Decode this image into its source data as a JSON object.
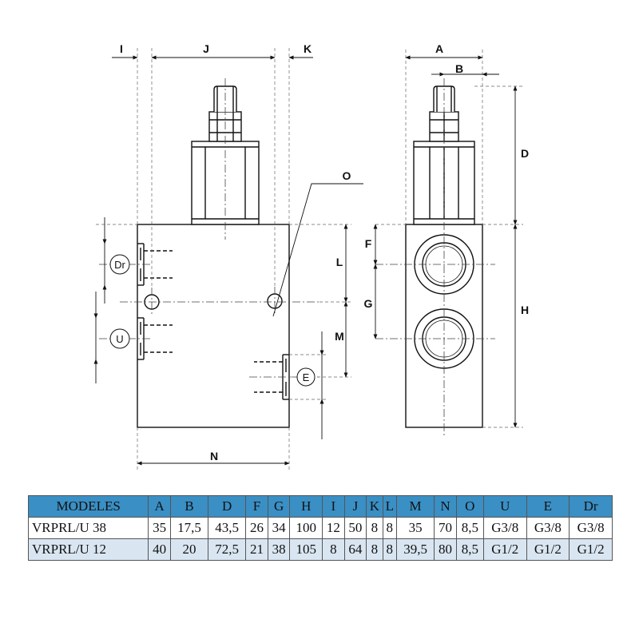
{
  "labels": {
    "I": "I",
    "J": "J",
    "K": "K",
    "A": "A",
    "B": "B",
    "D": "D",
    "O": "O",
    "F": "F",
    "G": "G",
    "H": "H",
    "L": "L",
    "M": "M",
    "N": "N",
    "Dr": "Dr",
    "U": "U",
    "E": "E"
  },
  "table": {
    "headers": [
      "MODELES",
      "A",
      "B",
      "D",
      "F",
      "G",
      "H",
      "I",
      "J",
      "K",
      "L",
      "M",
      "N",
      "O",
      "U",
      "E",
      "Dr"
    ],
    "rows": [
      [
        "VRPRL/U 38",
        "35",
        "17,5",
        "43,5",
        "26",
        "34",
        "100",
        "12",
        "50",
        "8",
        "8",
        "35",
        "70",
        "8,5",
        "G3/8",
        "G3/8",
        "G3/8"
      ],
      [
        "VRPRL/U 12",
        "40",
        "20",
        "72,5",
        "21",
        "38",
        "105",
        "8",
        "64",
        "8",
        "8",
        "39,5",
        "80",
        "8,5",
        "G1/2",
        "G1/2",
        "G1/2"
      ]
    ]
  },
  "colors": {
    "header_bg": "#3a8fc4",
    "alt_row_bg": "#d9e6f2",
    "line": "#111111"
  }
}
